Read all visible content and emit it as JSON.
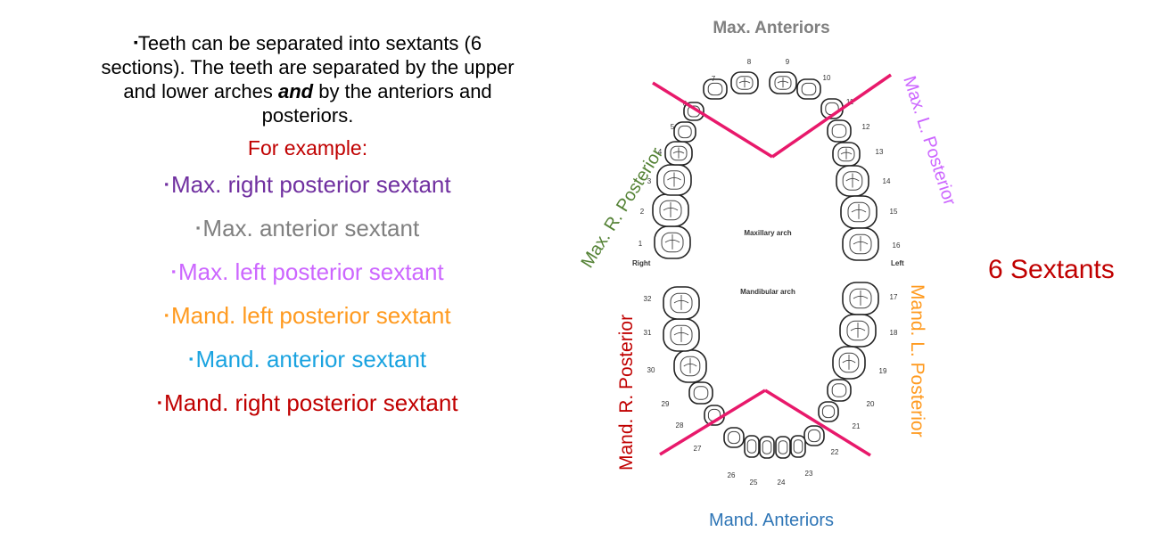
{
  "intro": {
    "bullet": "▪",
    "before": "Teeth can be separated into sextants (6 sections). The teeth are separated by the upper and lower arches ",
    "emphasis": "and",
    "after": " by the anteriors and posteriors."
  },
  "example_label": "For example:",
  "sextants": [
    {
      "text": "Max. right posterior sextant",
      "color": "#7030a0"
    },
    {
      "text": "Max. anterior sextant",
      "color": "#808080"
    },
    {
      "text": "Max. left posterior sextant",
      "color": "#cc66ff"
    },
    {
      "text": "Mand. left posterior sextant",
      "color": "#ff9a1f"
    },
    {
      "text": "Mand. anterior sextant",
      "color": "#1aa3e0"
    },
    {
      "text": "Mand. right posterior sextant",
      "color": "#c00000"
    }
  ],
  "diagram": {
    "max_anteriors": "Max. Anteriors",
    "max_r_posterior": "Max. R. Posterior",
    "max_l_posterior": "Max. L. Posterior",
    "mand_r_posterior": "Mand. R. Posterior",
    "mand_l_posterior": "Mand. L. Posterior",
    "mand_anteriors": "Mand. Anteriors",
    "maxillary_arch": "Maxillary arch",
    "mandibular_arch": "Mandibular arch",
    "right": "Right",
    "left": "Left",
    "divider_color": "#e8196b",
    "tooth_numbers": [
      "1",
      "2",
      "3",
      "4",
      "5",
      "6",
      "7",
      "8",
      "9",
      "10",
      "11",
      "12",
      "13",
      "14",
      "15",
      "16",
      "17",
      "18",
      "19",
      "20",
      "21",
      "22",
      "23",
      "24",
      "25",
      "26",
      "27",
      "28",
      "29",
      "30",
      "31",
      "32"
    ]
  },
  "title": "6 Sextants"
}
